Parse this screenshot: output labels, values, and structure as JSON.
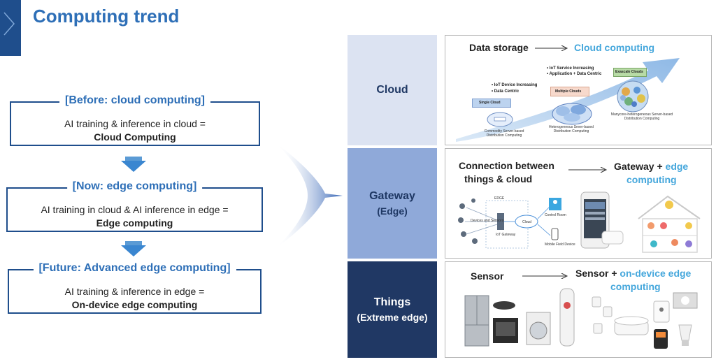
{
  "page_title": "Computing trend",
  "stages": [
    {
      "title": "[Before: cloud computing]",
      "line1": "AI training & inference in cloud =",
      "line2": "Cloud Computing"
    },
    {
      "title": "[Now: edge computing]",
      "line1": "AI training in cloud & AI inference in edge =",
      "line2": "Edge computing"
    },
    {
      "title": "[Future: Advanced edge computing]",
      "line1": "AI training & inference in edge =",
      "line2": "On-device edge computing"
    }
  ],
  "rows": [
    {
      "label": "Cloud",
      "sublabel": "",
      "left_text": "Data storage",
      "right_text": "Cloud computing",
      "notes": {
        "iot_service": "• IoT Service Increasing",
        "app_data": "• Application + Data Centric",
        "iot_device": "• IoT Device Increasing",
        "data_centric": "• Data Centric",
        "exascale": "Exascale Clouds",
        "multiple": "Multiple Clouds",
        "single": "Single Cloud",
        "commodity": "Commodity Server-based Distribution Computing",
        "heterogeneous": "Heterogeneous Sever-based Distribution Computing",
        "manycore": "Manycore-heterogeneous Server-based Distribution Computing"
      }
    },
    {
      "label": "Gateway",
      "sublabel": "(Edge)",
      "left_text_1": "Connection between",
      "left_text_2": "things & cloud",
      "right_text_plain": "Gateway + ",
      "right_text_blue_1": "edge",
      "right_text_blue_2": "computing",
      "notes": {
        "edge": "EDGE",
        "devices": "Devices and Sensors",
        "iot_gateway": "IoT Gateway",
        "cloud": "Cloud",
        "control_room": "Control Room",
        "mobile": "Mobile Field Device"
      }
    },
    {
      "label": "Things",
      "sublabel": "(Extreme edge)",
      "left_text": "Sensor",
      "right_text_plain": "Sensor + ",
      "right_text_blue_1": "on-device edge",
      "right_text_blue_2": "computing"
    }
  ]
}
